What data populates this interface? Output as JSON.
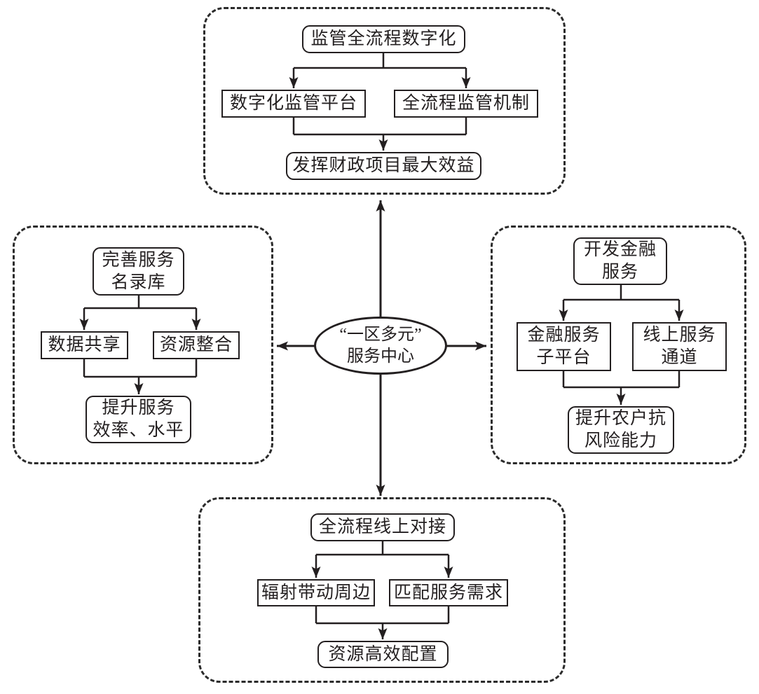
{
  "colors": {
    "ink": "#231f20",
    "background": "#ffffff"
  },
  "center": {
    "text": "“一区多元”\n服务中心"
  },
  "panels": {
    "top": {
      "title": "监管全流程数字化",
      "branch_left": "数字化监管平台",
      "branch_right": "全流程监管机制",
      "outcome": "发挥财政项目最大效益"
    },
    "left": {
      "title": "完善服务\n名录库",
      "branch_left": "数据共享",
      "branch_right": "资源整合",
      "outcome": "提升服务\n效率、水平"
    },
    "right": {
      "title": "开发金融\n服务",
      "branch_left": "金融服务\n子平台",
      "branch_right": "线上服务\n通道",
      "outcome": "提升农户抗\n风险能力"
    },
    "bottom": {
      "title": "全流程线上对接",
      "branch_left": "辐射带动周边",
      "branch_right": "匹配服务需求",
      "outcome": "资源高效配置"
    }
  }
}
